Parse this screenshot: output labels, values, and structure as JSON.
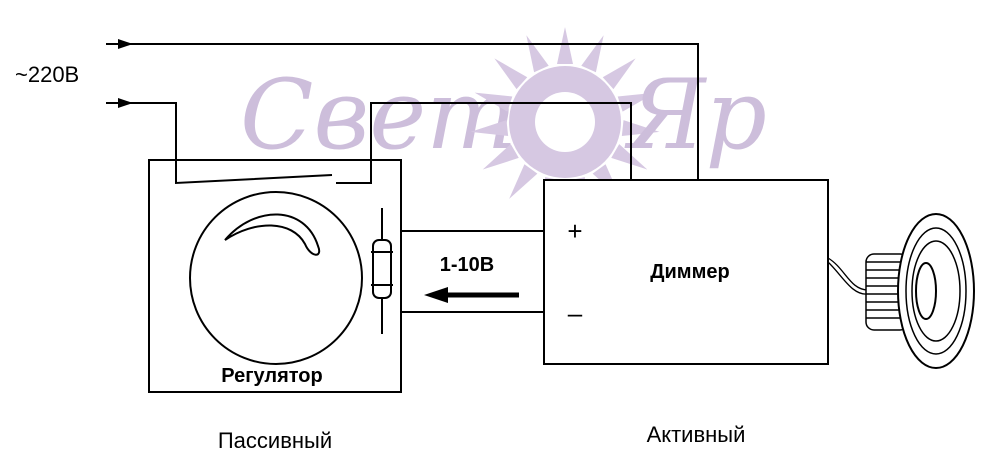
{
  "supply_label": "~220В",
  "regulator_label": "Регулятор",
  "dimmer_label": "Диммер",
  "signal_label": "1-10В",
  "plus_sign": "+",
  "minus_sign": "–",
  "passive_caption": "Пассивный",
  "active_caption": "Активный",
  "watermark": {
    "text_left": "Свет",
    "text_right": "Яр",
    "color": "#cdbedb"
  },
  "icons": [
    "arrow-right-icon",
    "arrow-left-icon",
    "potentiometer-icon",
    "sun-logo-icon",
    "led-downlight-icon"
  ]
}
